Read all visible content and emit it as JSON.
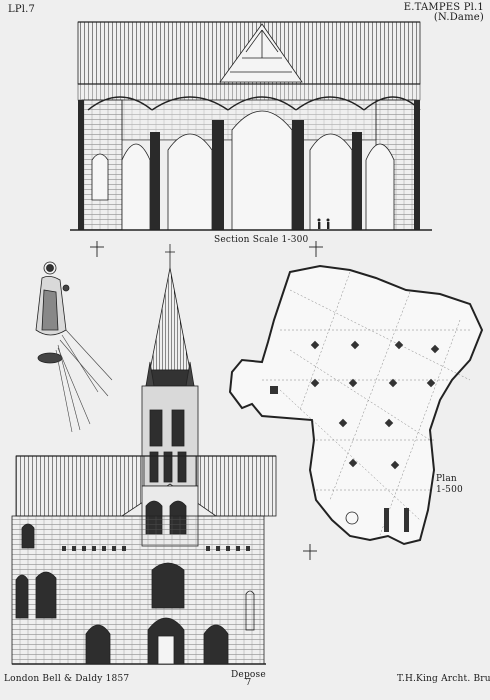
{
  "header": {
    "plate_left": "LPl.7",
    "plate_right": "E.TAMPES Pl.1",
    "subtitle": "(N.Dame)"
  },
  "captions": {
    "section": "Section Scale 1-300",
    "plan": "Plan",
    "plan_scale": "1-500"
  },
  "footer": {
    "publisher": "London Bell & Daldy 1857",
    "depose": "Depose",
    "depose_mark": "7",
    "architect": "T.H.King Archt. Bruges"
  }
}
